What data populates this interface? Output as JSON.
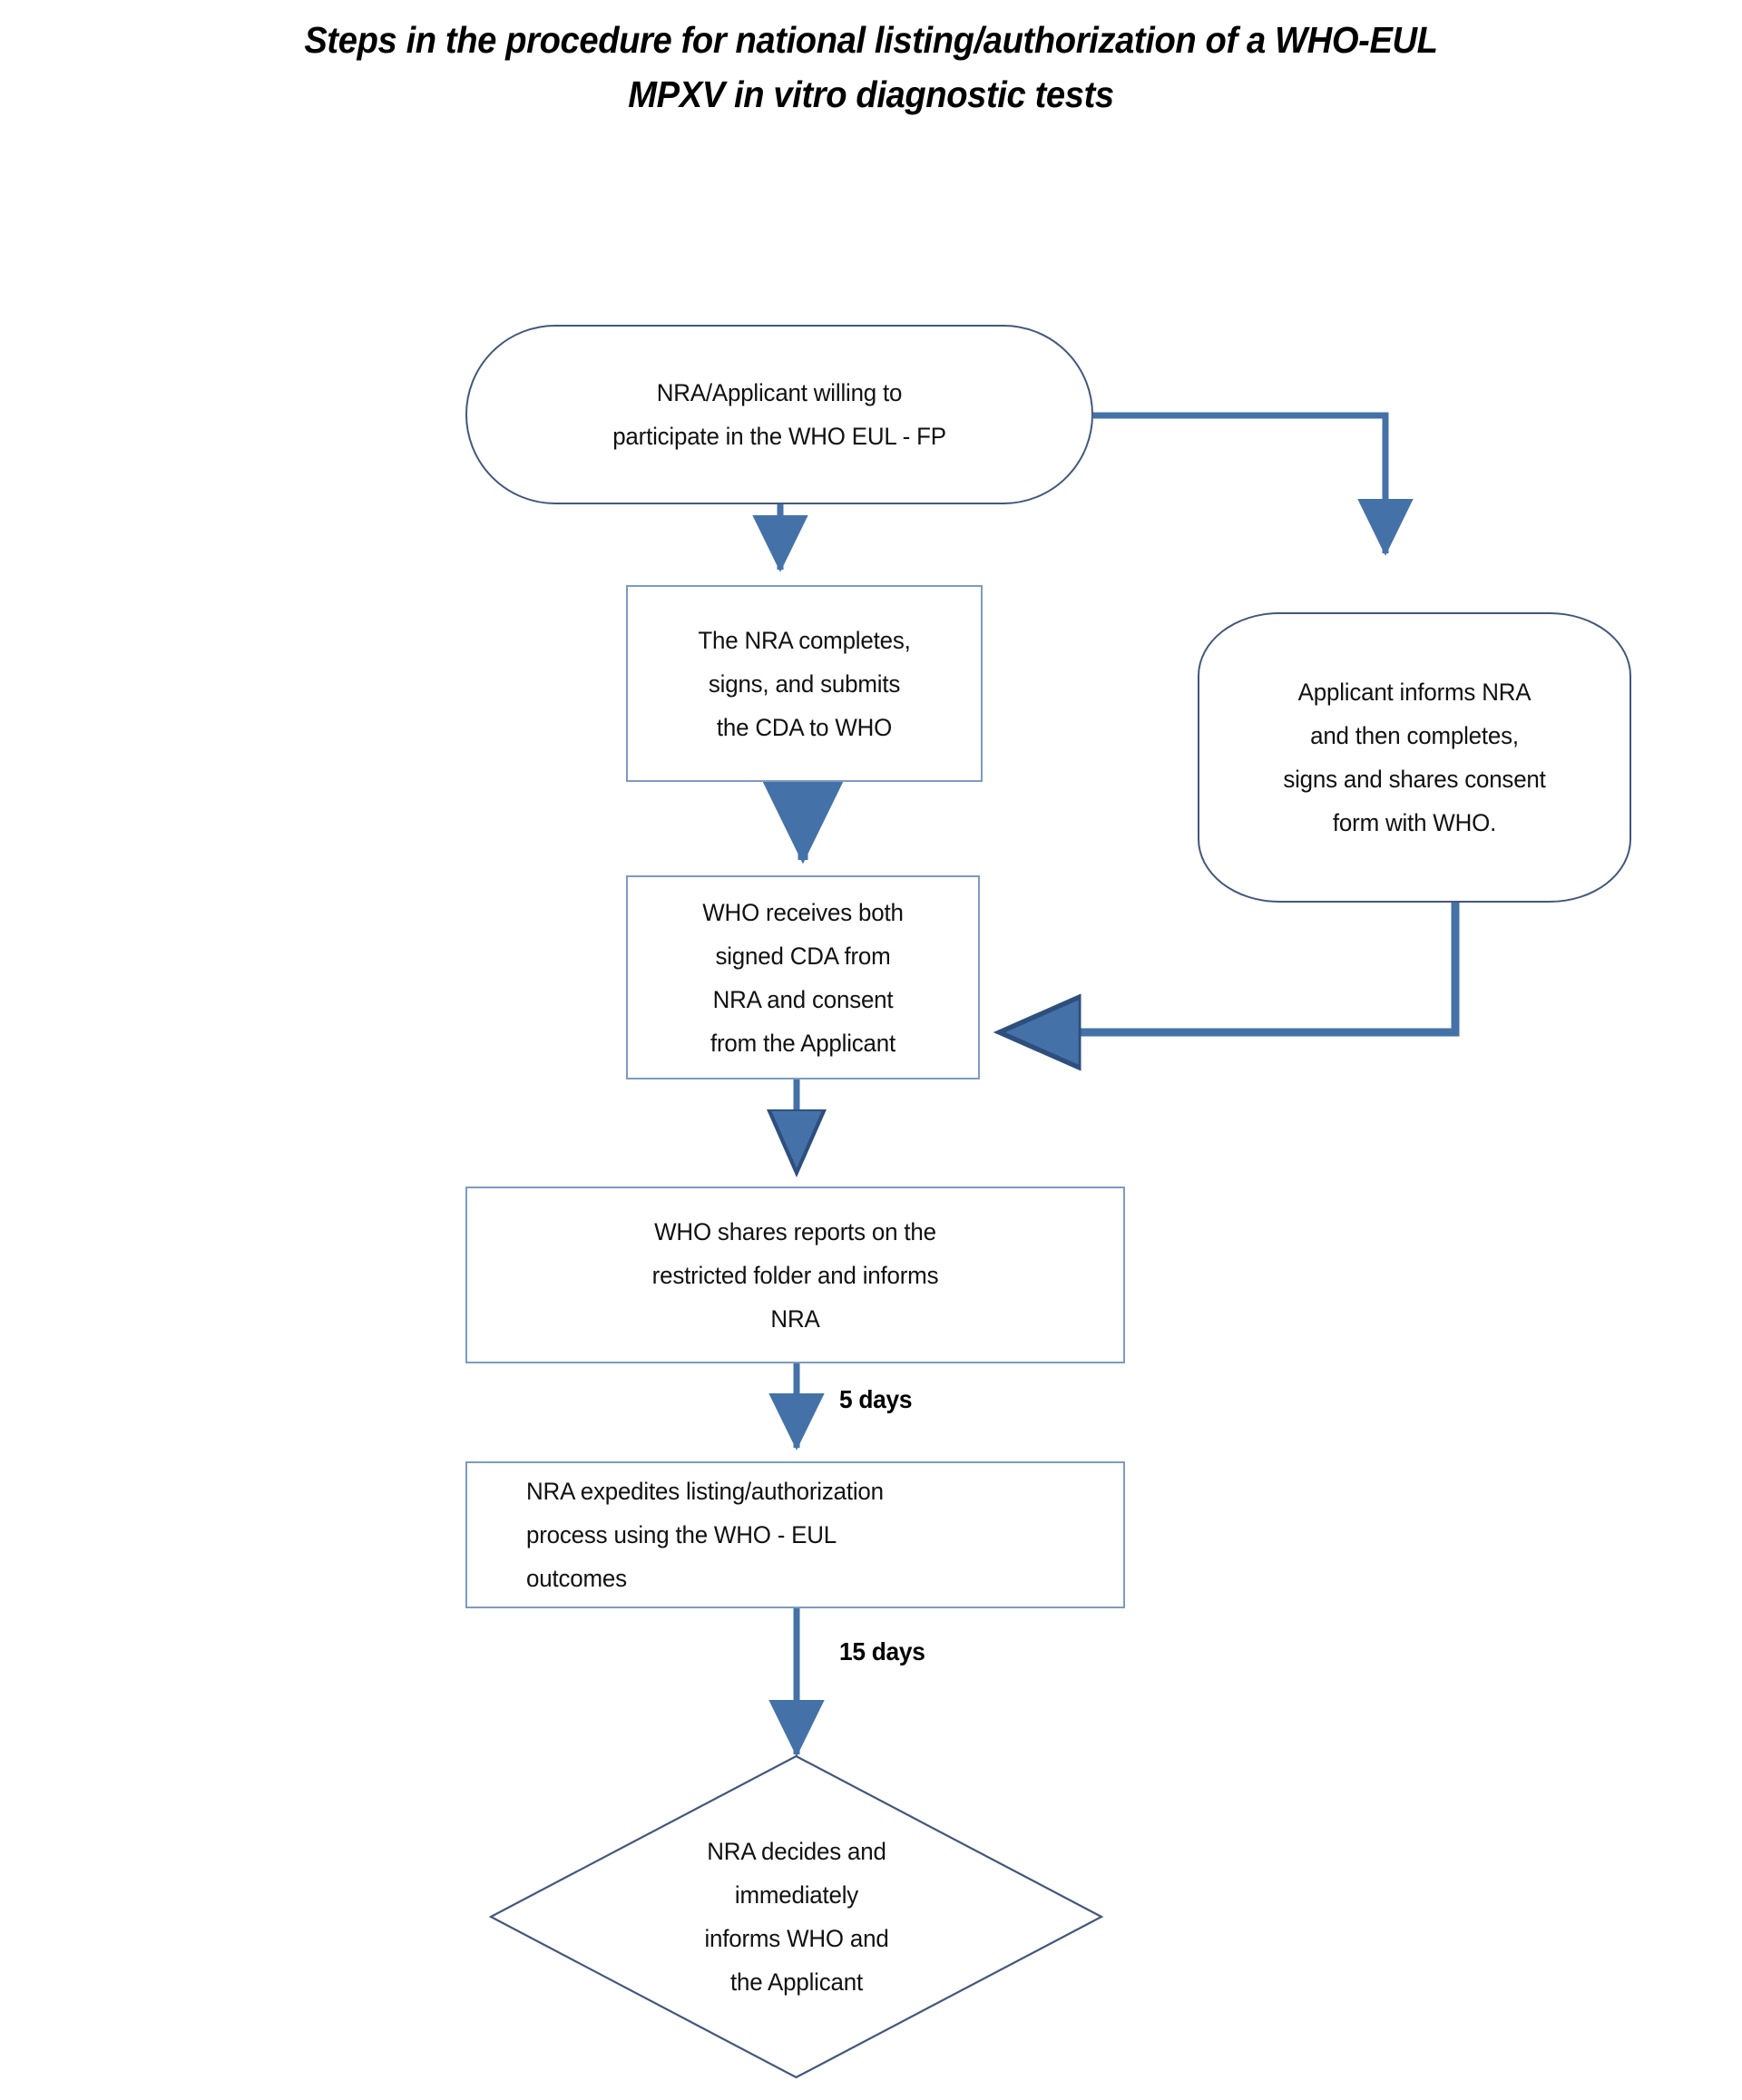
{
  "title": {
    "line1": "Steps in the procedure for national listing/authorization of a WHO-EUL",
    "line2": "MPXV in vitro diagnostic tests"
  },
  "colors": {
    "connector_blue": "#4472A8",
    "shape_outline_dark": "#42577B",
    "shape_outline_light": "#7D9AC4",
    "text": "#111111",
    "background": "#FFFFFF"
  },
  "nodes": [
    {
      "id": "start",
      "shape": "stadium",
      "text": "NRA/Applicant willing to\nparticipate in the WHO EUL - FP"
    },
    {
      "id": "nra-cda",
      "shape": "rectangle",
      "text": "The NRA completes,\nsigns, and submits\nthe CDA to WHO"
    },
    {
      "id": "applicant-consent",
      "shape": "rounded-rectangle",
      "text": "Applicant informs NRA\nand then completes,\nsigns and shares consent\nform with  WHO."
    },
    {
      "id": "who-receives",
      "shape": "rectangle",
      "text": "WHO receives both\nsigned CDA from\nNRA and consent\nfrom the Applicant"
    },
    {
      "id": "who-shares",
      "shape": "rectangle",
      "text": "WHO shares reports on the\nrestricted folder and informs\nNRA"
    },
    {
      "id": "nra-expedites",
      "shape": "rectangle",
      "text": "NRA expedites listing/authorization\nprocess using the WHO - EUL\noutcomes"
    },
    {
      "id": "nra-decides",
      "shape": "diamond",
      "text": "NRA decides and\nimmediately\ninforms WHO and\nthe Applicant"
    }
  ],
  "edge_labels": [
    {
      "id": "five-days",
      "text": "5 days"
    },
    {
      "id": "fifteen-days",
      "text": "15 days"
    }
  ],
  "chart_data": {
    "type": "flowchart",
    "title": "Steps in the procedure for national listing/authorization of a WHO-EUL MPXV in vitro diagnostic tests",
    "orientation": "top-to-bottom",
    "nodes": [
      {
        "id": "start",
        "label": "NRA/Applicant willing to participate in the WHO EUL - FP",
        "shape": "stadium"
      },
      {
        "id": "nra-cda",
        "label": "The NRA completes, signs, and submits the CDA to WHO",
        "shape": "rectangle"
      },
      {
        "id": "applicant-consent",
        "label": "Applicant informs NRA and then completes, signs and shares consent form with WHO.",
        "shape": "rounded-rectangle"
      },
      {
        "id": "who-receives",
        "label": "WHO receives both signed CDA from NRA and consent from the Applicant",
        "shape": "rectangle"
      },
      {
        "id": "who-shares",
        "label": "WHO shares reports on the restricted folder and informs NRA",
        "shape": "rectangle"
      },
      {
        "id": "nra-expedites",
        "label": "NRA expedites listing/authorization process using the WHO - EUL outcomes",
        "shape": "rectangle"
      },
      {
        "id": "nra-decides",
        "label": "NRA decides and immediately informs WHO and the Applicant",
        "shape": "diamond"
      }
    ],
    "edges": [
      {
        "from": "start",
        "to": "nra-cda",
        "label": ""
      },
      {
        "from": "start",
        "to": "applicant-consent",
        "label": ""
      },
      {
        "from": "nra-cda",
        "to": "who-receives",
        "label": ""
      },
      {
        "from": "applicant-consent",
        "to": "who-receives",
        "label": ""
      },
      {
        "from": "who-receives",
        "to": "who-shares",
        "label": ""
      },
      {
        "from": "who-shares",
        "to": "nra-expedites",
        "label": "5 days"
      },
      {
        "from": "nra-expedites",
        "to": "nra-decides",
        "label": "15 days"
      }
    ]
  }
}
